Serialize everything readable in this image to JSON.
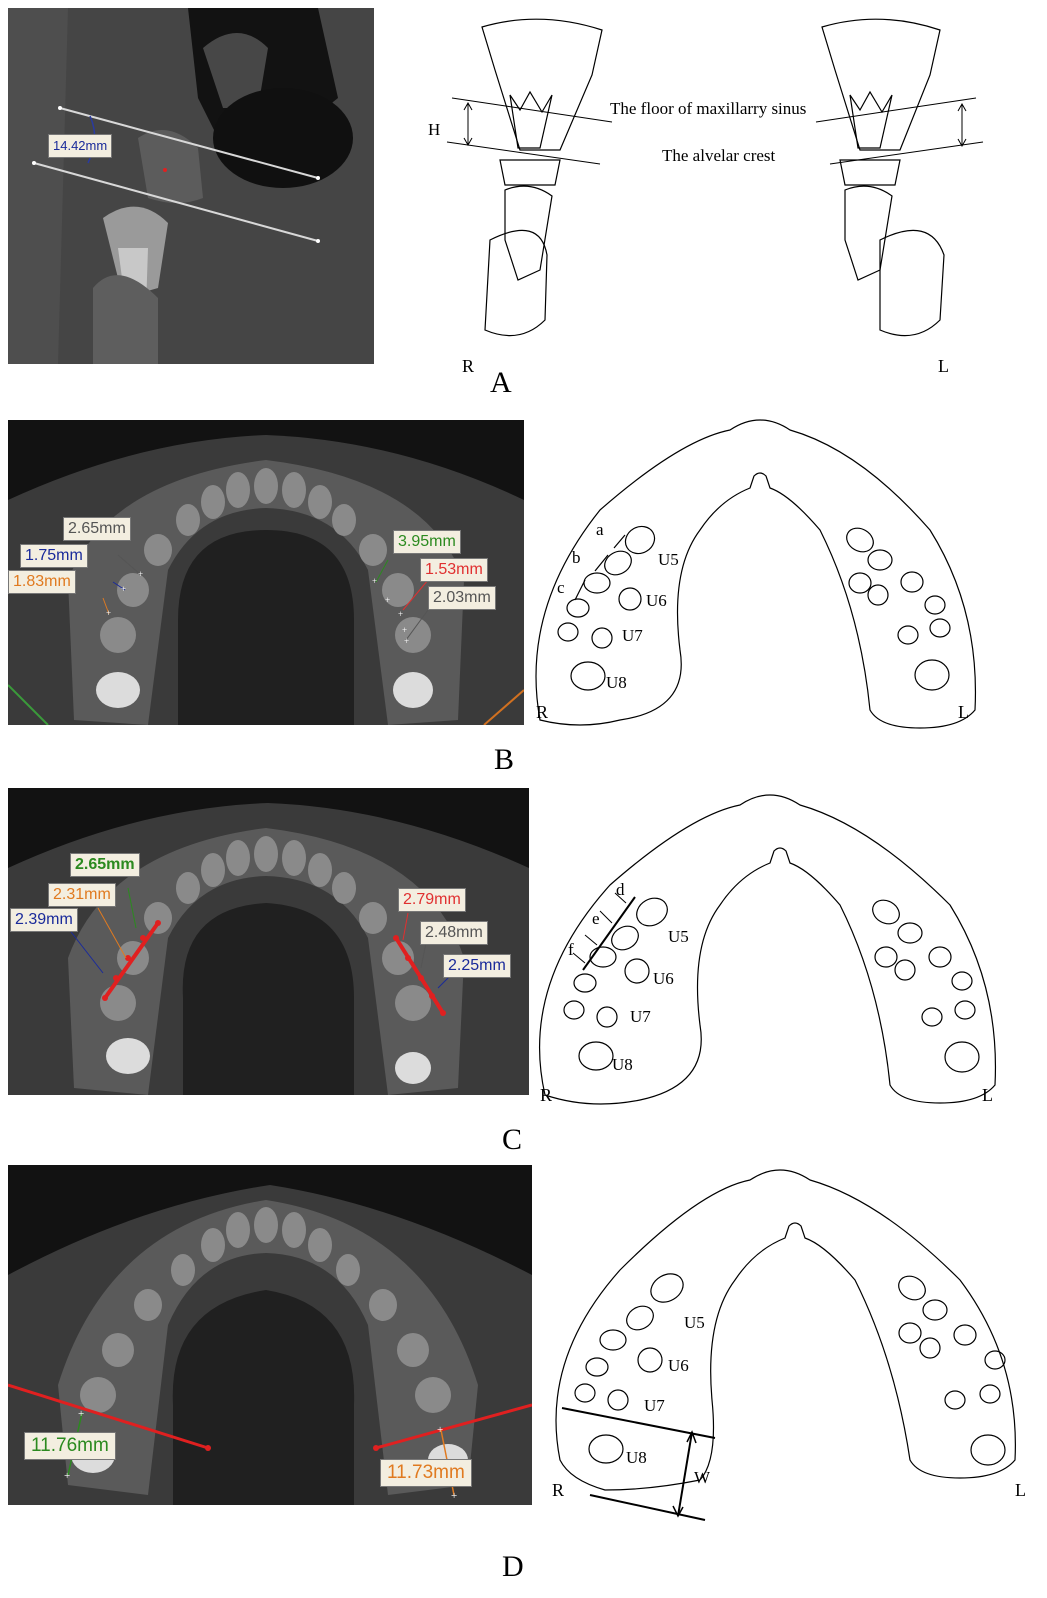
{
  "panel_a": {
    "letter": "A",
    "ct_measure": "14.42mm",
    "diagram": {
      "label_h": "H",
      "sinus_floor": "The floor of maxillarry sinus",
      "alveolar_crest": "The alvelar crest",
      "side_r": "R",
      "side_l": "L"
    }
  },
  "panel_b": {
    "letter": "B",
    "ct_measures": [
      {
        "text": "2.65mm",
        "color": "#555555",
        "bg": "#f3eee0"
      },
      {
        "text": "1.75mm",
        "color": "#1a2a9a",
        "bg": "#f3eee0"
      },
      {
        "text": "1.83mm",
        "color": "#e07a20",
        "bg": "#f3eee0"
      },
      {
        "text": "3.95mm",
        "color": "#2b8a1f",
        "bg": "#f3eee0"
      },
      {
        "text": "1.53mm",
        "color": "#e03030",
        "bg": "#f3eee0"
      },
      {
        "text": "2.03mm",
        "color": "#555555",
        "bg": "#f3eee0"
      }
    ],
    "diagram": {
      "a": "a",
      "b": "b",
      "c": "c",
      "u5": "U5",
      "u6": "U6",
      "u7": "U7",
      "u8": "U8",
      "side_r": "R",
      "side_l": "L"
    }
  },
  "panel_c": {
    "letter": "C",
    "ct_measures": [
      {
        "text": "2.65mm",
        "color": "#2b8a1f",
        "bg": "#f3eee0"
      },
      {
        "text": "2.31mm",
        "color": "#e07a20",
        "bg": "#f3eee0"
      },
      {
        "text": "2.39mm",
        "color": "#1a2a9a",
        "bg": "#f3eee0"
      },
      {
        "text": "2.79mm",
        "color": "#e03030",
        "bg": "#f3eee0"
      },
      {
        "text": "2.48mm",
        "color": "#555555",
        "bg": "#f3eee0"
      },
      {
        "text": "2.25mm",
        "color": "#1a2a9a",
        "bg": "#f3eee0"
      }
    ],
    "diagram": {
      "d": "d",
      "e": "e",
      "f": "f",
      "u5": "U5",
      "u6": "U6",
      "u7": "U7",
      "u8": "U8",
      "side_r": "R",
      "side_l": "L"
    }
  },
  "panel_d": {
    "letter": "D",
    "ct_measures": [
      {
        "text": "11.76mm",
        "color": "#2b8a1f",
        "bg": "#f3eee0"
      },
      {
        "text": "11.73mm",
        "color": "#e07a20",
        "bg": "#f3eee0"
      }
    ],
    "diagram": {
      "w": "W",
      "u5": "U5",
      "u6": "U6",
      "u7": "U7",
      "u8": "U8",
      "side_r": "R",
      "side_l": "L"
    }
  }
}
